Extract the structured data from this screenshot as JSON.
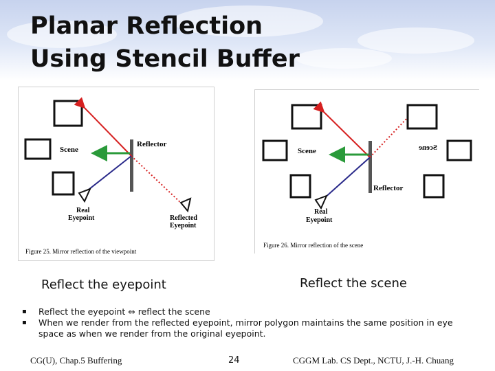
{
  "slide": {
    "title_line1": "Planar Reflection",
    "title_line2": "Using Stencil Buffer",
    "caption_left": "Reflect the eyepoint",
    "caption_right": "Reflect the scene",
    "bullets": [
      {
        "marker": "▪",
        "text": "Reflect the eyepoint ⇔ reflect the scene"
      },
      {
        "marker": "▪",
        "text": "When we render from the reflected eyepoint, mirror polygon maintains the same position in eye space as when we render from the original eyepoint."
      }
    ],
    "footer_left": "CG(U), Chap.5 Buffering",
    "footer_page": "24",
    "footer_right": "CGGM Lab. CS Dept., NCTU, J.-H. Chuang"
  },
  "figure_left": {
    "label_scene": "Scene",
    "label_reflector": "Reflector",
    "label_real_1": "Real",
    "label_real_2": "Eyepoint",
    "label_reflected_1": "Reflected",
    "label_reflected_2": "Eyepoint",
    "figure_caption": "Figure 25. Mirror reflection of the viewpoint"
  },
  "figure_right": {
    "label_scene": "Scene",
    "label_scene_mirrored": "Scene",
    "label_reflector": "Reflector",
    "label_real_1": "Real",
    "label_real_2": "Eyepoint",
    "figure_caption": "Figure 26. Mirror reflection of the scene"
  },
  "colors": {
    "red_ray": "#d62020",
    "green_ray": "#2a9a3a",
    "blue_ray": "#2a2a8a",
    "mirror": "#555555"
  }
}
